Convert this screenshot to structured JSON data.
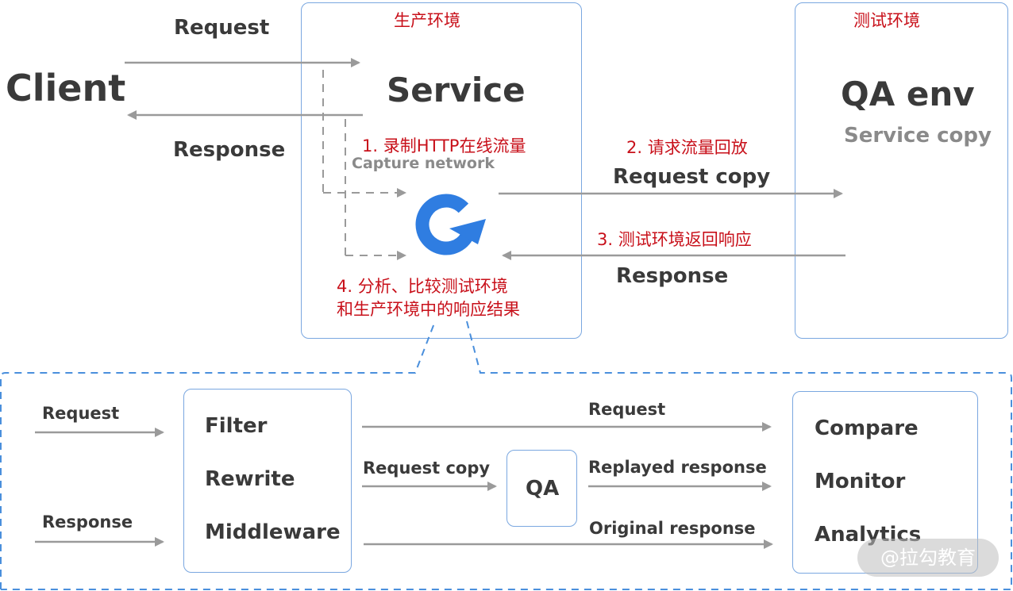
{
  "top": {
    "client": "Client",
    "request": "Request",
    "response": "Response",
    "prod_env": "生产环境",
    "service": "Service",
    "step1": "1. 录制HTTP在线流量",
    "capture": "Capture network",
    "step4_line1": "4. 分析、比较测试环境",
    "step4_line2": "和生产环境中的响应结果",
    "step2": "2. 请求流量回放",
    "request_copy": "Request copy",
    "step3": "3. 测试环境返回响应",
    "response_back": "Response",
    "test_env": "测试环境",
    "qa_env": "QA env",
    "service_copy": "Service copy"
  },
  "bottom": {
    "request_in": "Request",
    "response_in": "Response",
    "middleware_items": [
      "Filter",
      "Rewrite",
      "Middleware"
    ],
    "request_out": "Request",
    "request_copy": "Request copy",
    "qa": "QA",
    "replayed_response": "Replayed response",
    "original_response": "Original response",
    "analysis_items": [
      "Compare",
      "Monitor",
      "Analytics"
    ]
  },
  "watermark": "@拉勾教育",
  "colors": {
    "arrow": "#9a9a9a",
    "box_border": "#7aa7e0",
    "accent_red": "#c8101a",
    "logo_blue": "#2f7de1"
  }
}
